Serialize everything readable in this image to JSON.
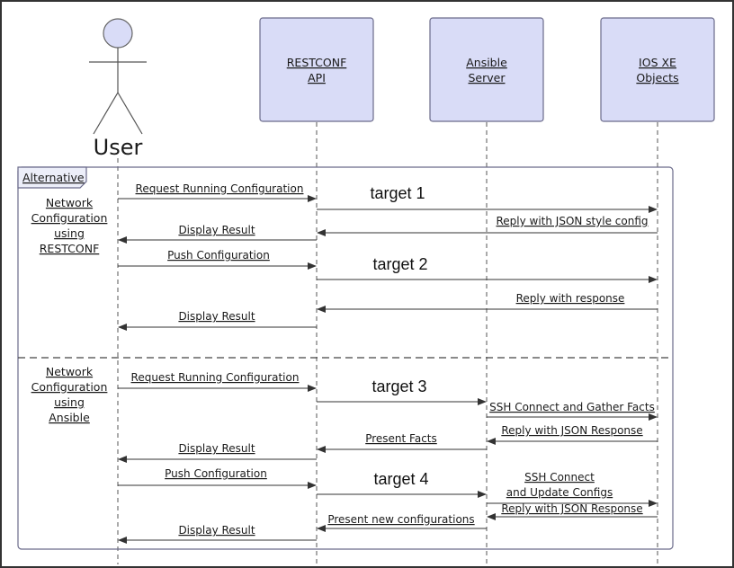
{
  "participants": {
    "user": "User",
    "restconf": [
      "RESTCONF",
      "API"
    ],
    "ansible": [
      "Ansible",
      "Server"
    ],
    "iosxe": [
      "IOS XE",
      "Objects"
    ]
  },
  "fragment": {
    "tag": "Alternative",
    "section1": [
      "Network",
      "Configuration",
      "using",
      "RESTCONF"
    ],
    "section2": [
      "Network",
      "Configuration",
      "using",
      "Ansible"
    ]
  },
  "messages": {
    "s1": {
      "request_running_config": "Request Running Configuration",
      "target1": "target 1",
      "reply_json_style": "Reply with JSON style config",
      "display_result_1": "Display Result",
      "push_configuration": "Push Configuration",
      "target2": "target 2",
      "reply_with_response": "Reply with response",
      "display_result_2": "Display Result"
    },
    "s2": {
      "request_running_config": "Request Running Configuration",
      "target3": "target 3",
      "ssh_connect_gather": "SSH Connect and Gather Facts",
      "reply_json_response_1": "Reply with JSON Response",
      "present_facts": "Present Facts",
      "display_result_1": "Display Result",
      "push_configuration": "Push Configuration",
      "target4": "target 4",
      "ssh_connect_update": [
        "SSH Connect",
        "and Update Configs"
      ],
      "reply_json_response_2": "Reply with JSON Response",
      "present_new_configs": "Present new configurations",
      "display_result_2": "Display Result"
    }
  },
  "colors": {
    "box_fill": "#d9dcf7",
    "box_stroke": "#6a6a8a",
    "actor_fill": "#d9dcf7",
    "line": "#555555",
    "arrow": "#333333"
  }
}
